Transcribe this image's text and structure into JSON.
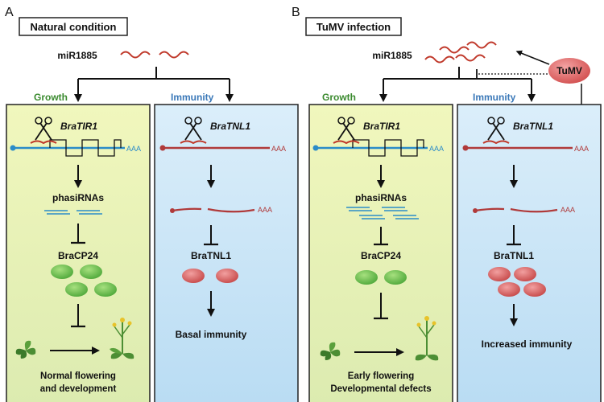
{
  "panel_a": {
    "letter": "A",
    "condition": "Natural condition",
    "mirna": "miR1885",
    "growth_label": "Growth",
    "immunity_label": "Immunity",
    "growth_gene": "BraTIR1",
    "immunity_gene": "BraTNL1",
    "aaa_growth": "AAA",
    "aaa_immunity": "AAA",
    "aaa_cleaved": "AAA",
    "phasirnas": "phasiRNAs",
    "growth_protein": "BraCP24",
    "immunity_protein": "BraTNL1",
    "immunity_outcome": "Basal immunity",
    "growth_outcome_line1": "Normal flowering",
    "growth_outcome_line2": "and development"
  },
  "panel_b": {
    "letter": "B",
    "condition": "TuMV infection",
    "mirna": "miR1885",
    "virus": "TuMV",
    "growth_label": "Growth",
    "immunity_label": "Immunity",
    "growth_gene": "BraTIR1",
    "immunity_gene": "BraTNL1",
    "aaa_growth": "AAA",
    "aaa_immunity": "AAA",
    "aaa_cleaved": "AAA",
    "phasirnas": "phasiRNAs",
    "growth_protein": "BraCP24",
    "immunity_protein": "BraTNL1",
    "immunity_outcome": "Increased  immunity",
    "growth_outcome_line1": "Early flowering",
    "growth_outcome_line2": "Developmental defects"
  },
  "colors": {
    "growth_panel": "#eef5b0",
    "immunity_panel": "#cfe6f6",
    "growth_text": "#3a8a2e",
    "immunity_text": "#3a78b8",
    "mirna_red": "#c0392b",
    "mrna_blue": "#2a8cc8",
    "mrna_red": "#b03a3a",
    "protein_green": "#6cc04a",
    "protein_red": "#d65a5a",
    "virus_red": "#e06060"
  }
}
